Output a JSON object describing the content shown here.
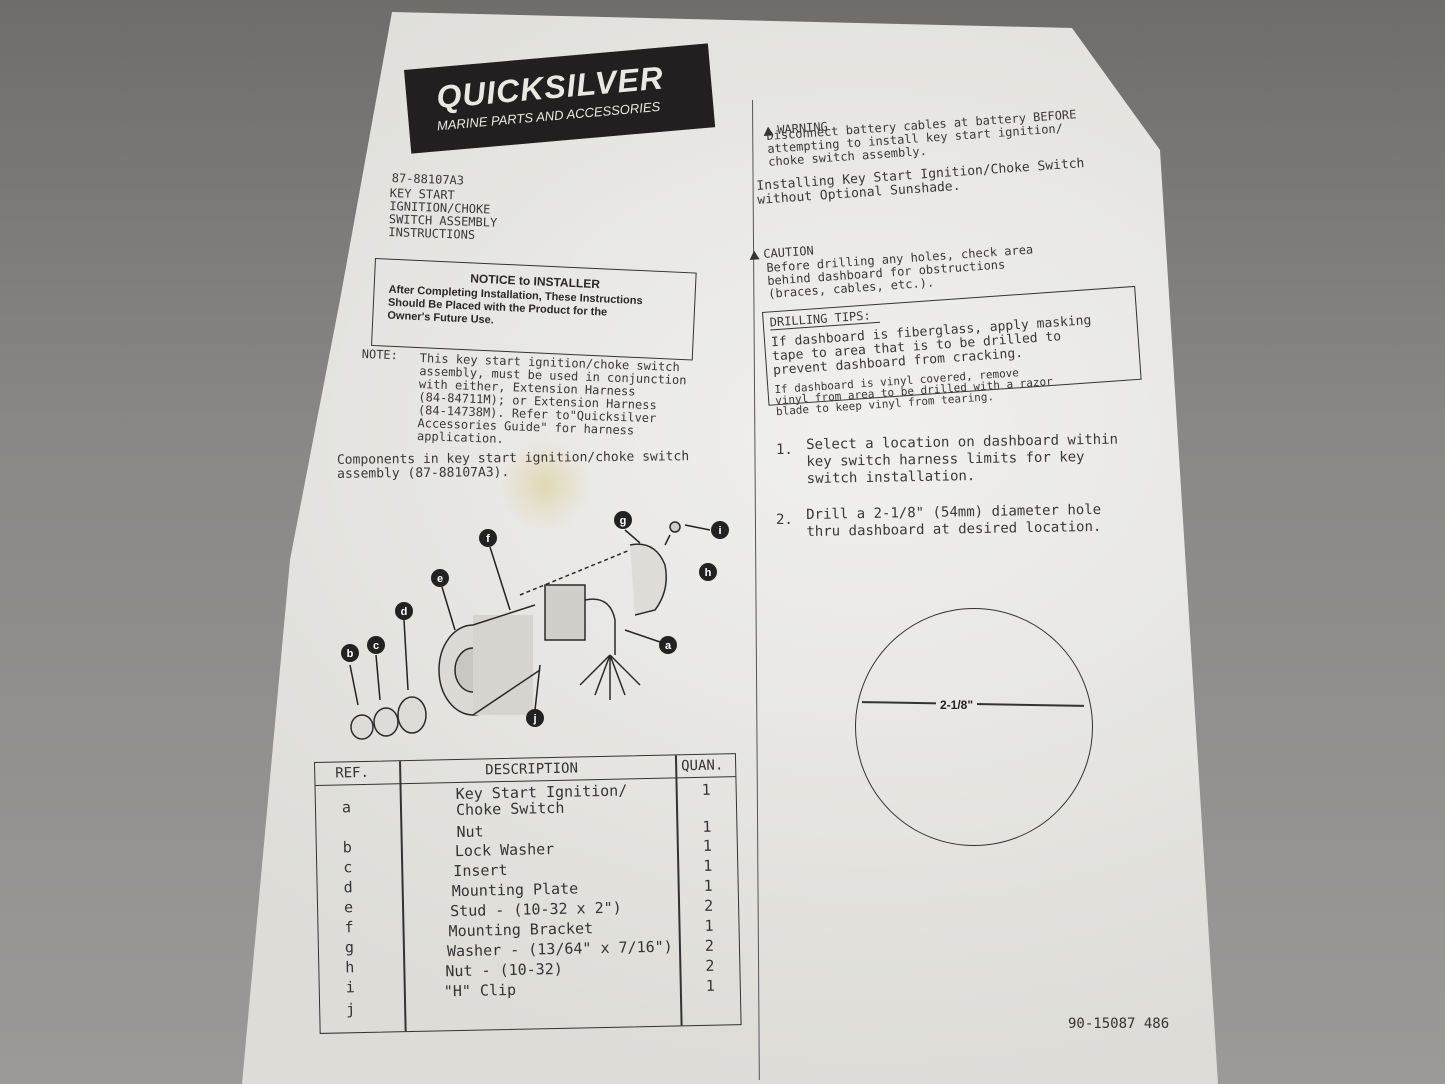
{
  "logo": {
    "brand": "QUICKSILVER",
    "tagline": "MARINE PARTS AND ACCESSORIES"
  },
  "header": {
    "part_number": "87-88107A3",
    "title_lines": "KEY START\nIGNITION/CHOKE\nSWITCH ASSEMBLY\nINSTRUCTIONS"
  },
  "notice": {
    "title": "NOTICE to INSTALLER",
    "body": "After Completing Installation, These Instructions\nShould Be Placed with the Product for the\nOwner's Future Use."
  },
  "note": {
    "label": "NOTE:",
    "text": "This key start ignition/choke switch\nassembly, must be used in conjunction\nwith either, Extension Harness\n(84-84711M); or Extension Harness\n(84-14738M).  Refer to\"Quicksilver\nAccessories Guide\" for harness\napplication."
  },
  "components_intro": "Components in key start ignition/choke switch\nassembly (87-88107A3).",
  "diagram_callouts": [
    "a",
    "b",
    "c",
    "d",
    "e",
    "f",
    "g",
    "h",
    "i",
    "j"
  ],
  "parts_table": {
    "headers": [
      "REF.",
      "DESCRIPTION",
      "QUAN."
    ],
    "rows": [
      {
        "ref": "a",
        "desc": "Key Start Ignition/\nChoke Switch",
        "qty": "1"
      },
      {
        "ref": "b",
        "desc": "Nut",
        "qty": "1"
      },
      {
        "ref": "c",
        "desc": "Lock Washer",
        "qty": "1"
      },
      {
        "ref": "d",
        "desc": "Insert",
        "qty": "1"
      },
      {
        "ref": "e",
        "desc": "Mounting Plate",
        "qty": "1"
      },
      {
        "ref": "f",
        "desc": "Stud - (10-32 x 2\")",
        "qty": "2"
      },
      {
        "ref": "g",
        "desc": "Mounting Bracket",
        "qty": "1"
      },
      {
        "ref": "h",
        "desc": "Washer - (13/64\" x 7/16\")",
        "qty": "2"
      },
      {
        "ref": "i",
        "desc": "Nut - (10-32)",
        "qty": "2"
      },
      {
        "ref": "j",
        "desc": "\"H\" Clip",
        "qty": "1"
      }
    ]
  },
  "warning": {
    "label": "WARNING",
    "text": "Disconnect battery cables at battery BEFORE\nattempting to install key start ignition/\nchoke switch assembly."
  },
  "installing_heading": "Installing Key Start Ignition/Choke Switch\nwithout Optional Sunshade.",
  "caution": {
    "label": "CAUTION",
    "text": "Before drilling any holes, check area\nbehind dashboard for obstructions\n(braces, cables, etc.)."
  },
  "drilling_tips": {
    "title": "DRILLING TIPS:",
    "tip1": "If dashboard is fiberglass, apply masking\ntape to area that is to be drilled to\nprevent dashboard from cracking.",
    "tip2": "If dashboard is vinyl covered, remove\nvinyl from area to be drilled with a razor\nblade to keep vinyl from tearing."
  },
  "steps": [
    {
      "num": "1.",
      "text": "Select a location on dashboard within\nkey switch harness limits for key\nswitch installation."
    },
    {
      "num": "2.",
      "text": "Drill a 2-1/8\" (54mm) diameter hole\nthru dashboard at desired location."
    }
  ],
  "hole_dimension": "2-1/8\"",
  "footer_code": "90-15087 486",
  "colors": {
    "paper": "#e9e8e3",
    "ink": "#3a3836",
    "logo_bg": "#231f20",
    "callout": "#222222"
  }
}
